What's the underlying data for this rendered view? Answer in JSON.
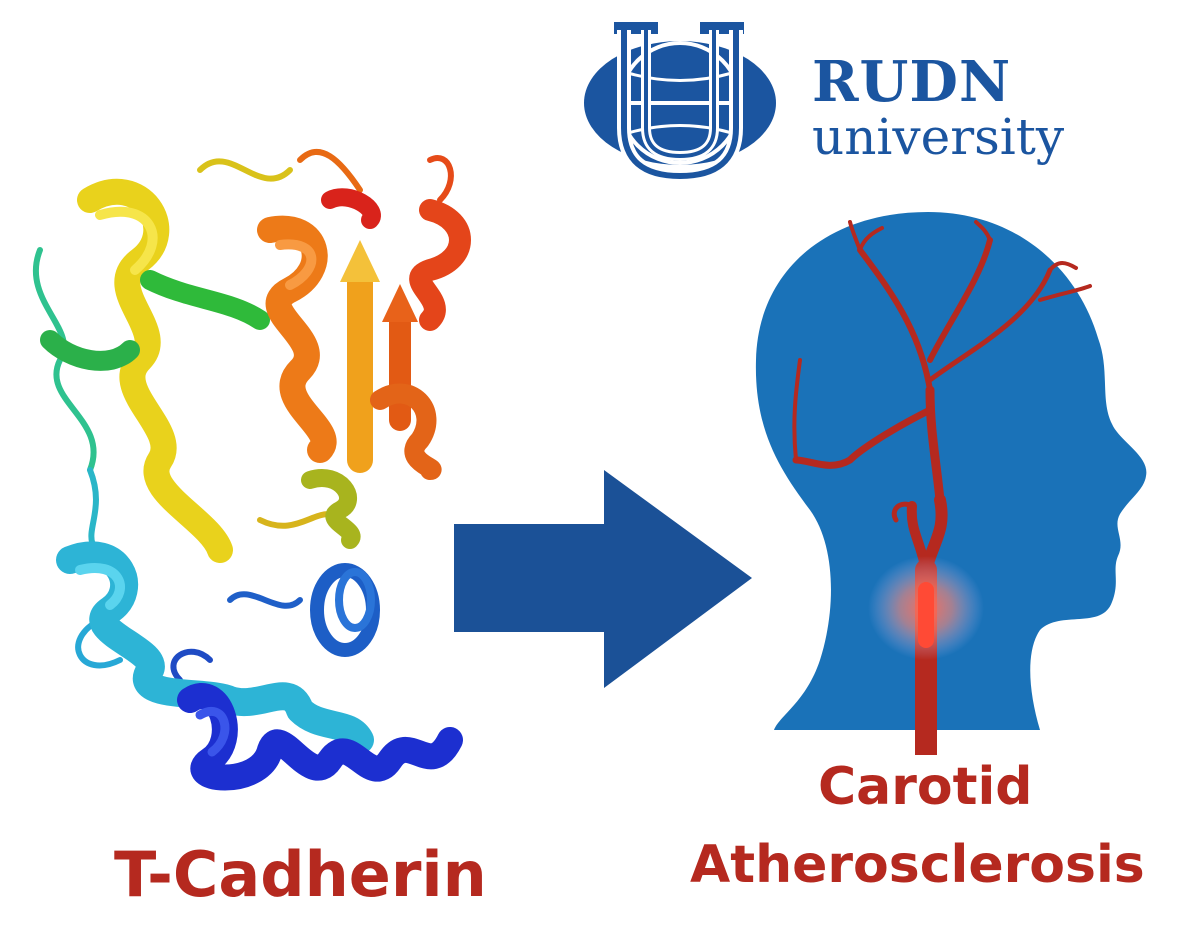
{
  "logo": {
    "line1": "RUDN",
    "line2": "university"
  },
  "labels": {
    "protein": "T-Cadherin",
    "disease_line1": "Carotid",
    "disease_line2": "Atherosclerosis"
  },
  "colors": {
    "brand_blue": "#1b55a0",
    "arrow_blue": "#1b5197",
    "head_blue": "#1a72b8",
    "artery_red": "#b5291f",
    "label_red": "#b5291f"
  },
  "icons": {
    "logo": "rudn-globe-emblem",
    "protein": "protein-ribbon-structure",
    "arrow": "right-arrow",
    "head": "head-silhouette-with-carotid-artery"
  }
}
